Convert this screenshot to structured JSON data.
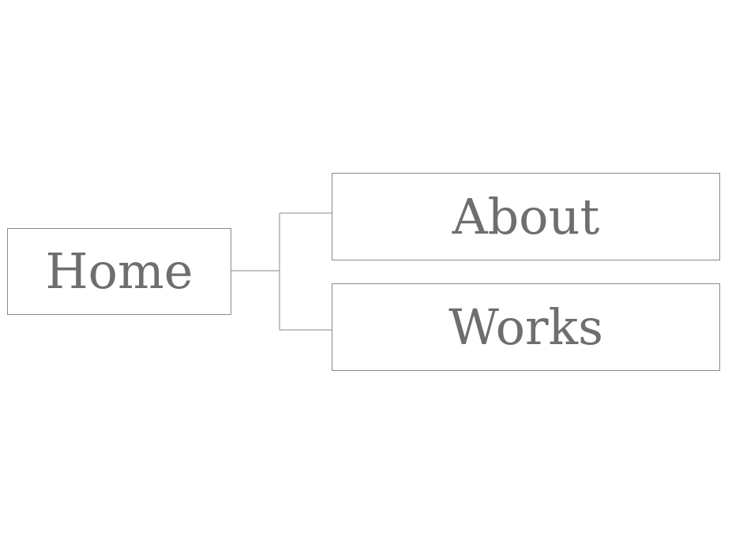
{
  "nodes": {
    "home": "Home",
    "about": "About",
    "works": "Works"
  },
  "colors": {
    "line": "#8a8a8a",
    "text": "#6e6e6e",
    "background": "#ffffff"
  }
}
